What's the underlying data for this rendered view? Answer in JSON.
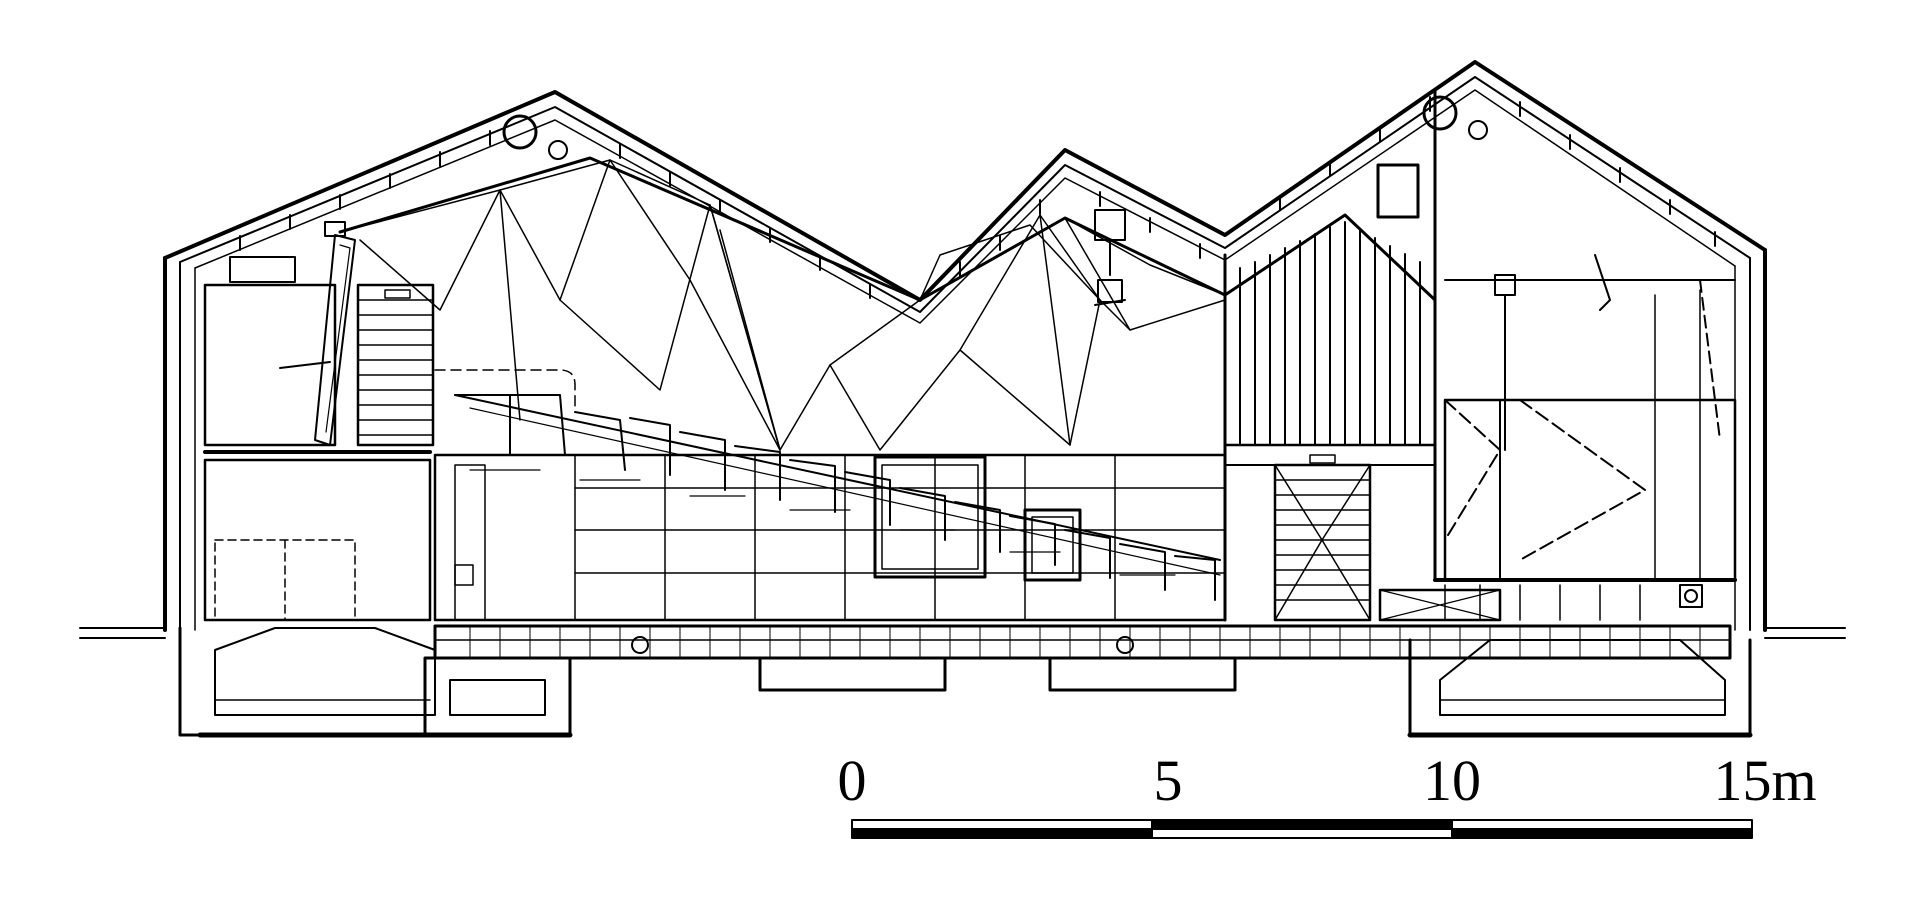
{
  "drawing": {
    "kind": "architectural building section",
    "line_color": "#000000",
    "background": "#ffffff"
  },
  "scale_bar": {
    "labels": [
      "0",
      "5",
      "10",
      "15m"
    ],
    "segments": 3
  }
}
